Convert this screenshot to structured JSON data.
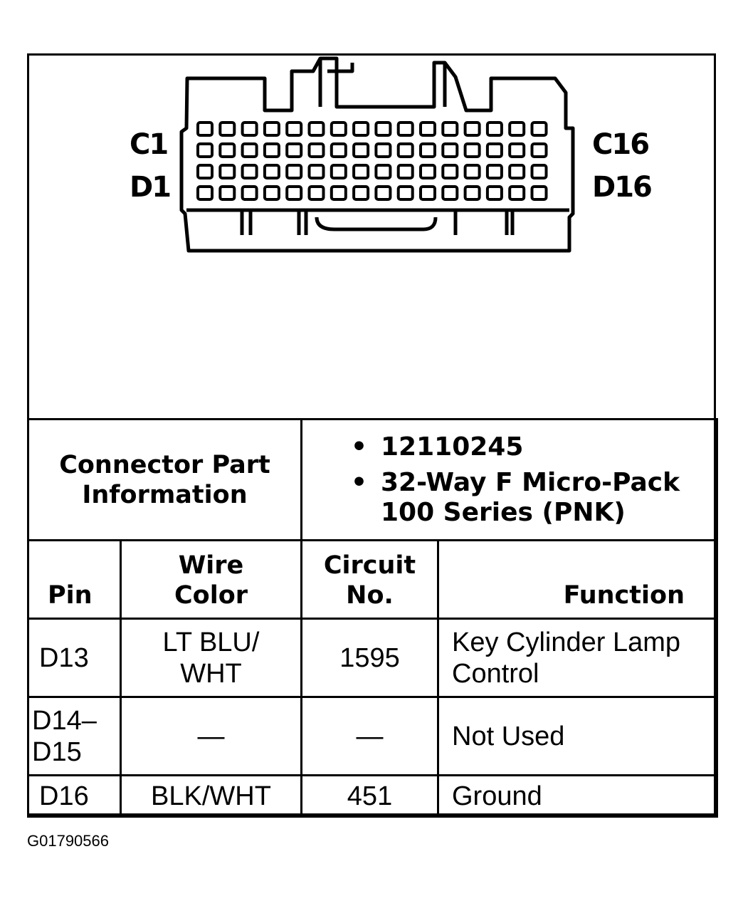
{
  "connector": {
    "pin_labels": {
      "top_left": "C1",
      "bottom_left": "D1",
      "top_right": "C16",
      "bottom_right": "D16"
    }
  },
  "part_info": {
    "label": "Connector Part Information",
    "items": [
      "12110245",
      "32-Way F Micro-Pack 100 Series (PNK)"
    ]
  },
  "table": {
    "headers": {
      "pin": "Pin",
      "wire_color": "Wire Color",
      "circuit_no": "Circuit No.",
      "function": "Function"
    },
    "rows": [
      {
        "pin": "D13",
        "wire_color": "LT BLU/ WHT",
        "circuit_no": "1595",
        "function": "Key Cylinder Lamp Control"
      },
      {
        "pin": "D14– D15",
        "wire_color": "—",
        "circuit_no": "—",
        "function": "Not Used"
      },
      {
        "pin": "D16",
        "wire_color": "BLK/WHT",
        "circuit_no": "451",
        "function": "Ground"
      }
    ]
  },
  "footer": {
    "code": "G01790566"
  }
}
